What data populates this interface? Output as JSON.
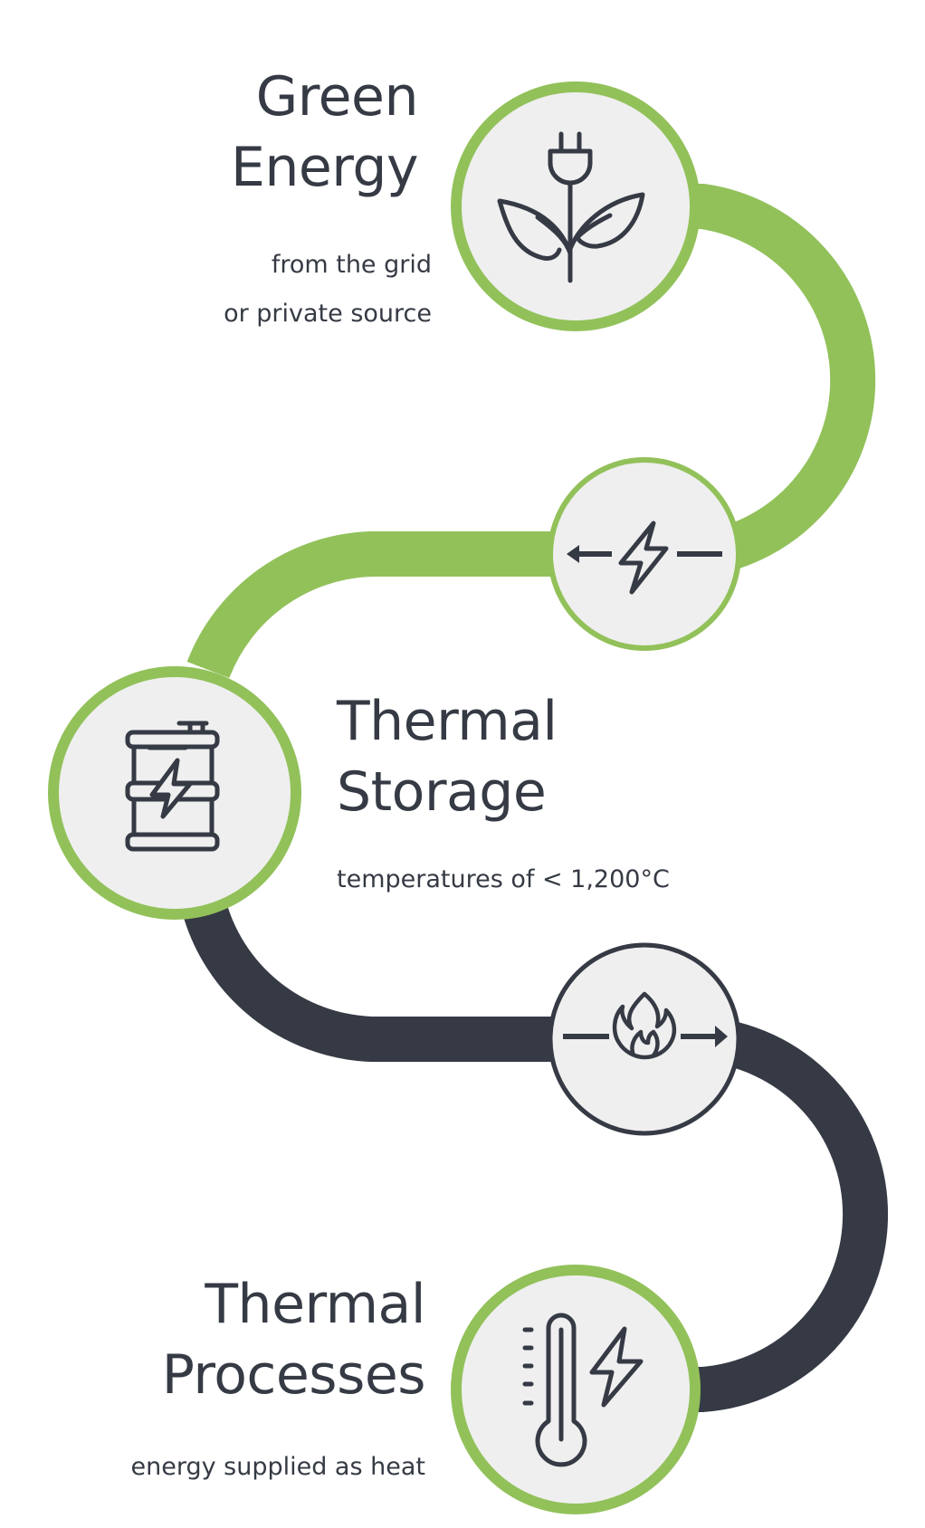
{
  "colors": {
    "green": "#92c15a",
    "dark": "#353a44",
    "node_fill": "#efefef",
    "background": "#ffffff"
  },
  "steps": [
    {
      "title_line1": "Green",
      "title_line2": "Energy",
      "subtitle_line1": "from the grid",
      "subtitle_line2": "or private source",
      "icon": "plug-plant-icon"
    },
    {
      "connector_icon": "arrow-left-lightning-icon"
    },
    {
      "title_line1": "Thermal",
      "title_line2": "Storage",
      "subtitle_line1": "temperatures of < 1,200°C",
      "icon": "battery-barrel-lightning-icon"
    },
    {
      "connector_icon": "flame-arrow-right-icon"
    },
    {
      "title_line1": "Thermal",
      "title_line2": "Processes",
      "subtitle_line1": "energy supplied as heat",
      "icon": "thermometer-lightning-icon"
    }
  ]
}
